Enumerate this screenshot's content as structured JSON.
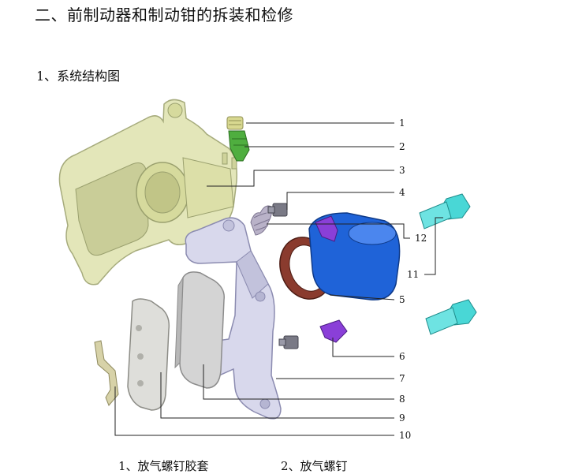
{
  "heading": "二、前制动器和制动钳的拆装和检修",
  "section_title": "1、系统结构图",
  "callouts": [
    "1",
    "2",
    "3",
    "4",
    "12",
    "11",
    "5",
    "6",
    "7",
    "8",
    "9",
    "10"
  ],
  "captions": [
    "1、放气螺钉胶套",
    "2、放气螺钉"
  ]
}
